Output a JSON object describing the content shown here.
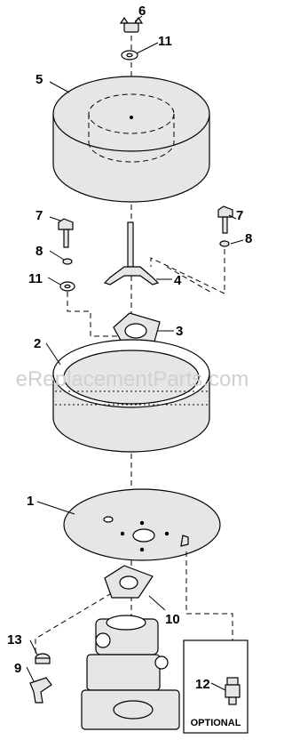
{
  "watermark": "eReplacementParts.com",
  "callouts": {
    "c1": "1",
    "c2": "2",
    "c3": "3",
    "c4": "4",
    "c5": "5",
    "c6": "6",
    "c7a": "7",
    "c7b": "7",
    "c8a": "8",
    "c8b": "8",
    "c9": "9",
    "c10": "10",
    "c11a": "11",
    "c11b": "11",
    "c12": "12",
    "c13": "13"
  },
  "optional_box": {
    "label": "OPTIONAL"
  }
}
